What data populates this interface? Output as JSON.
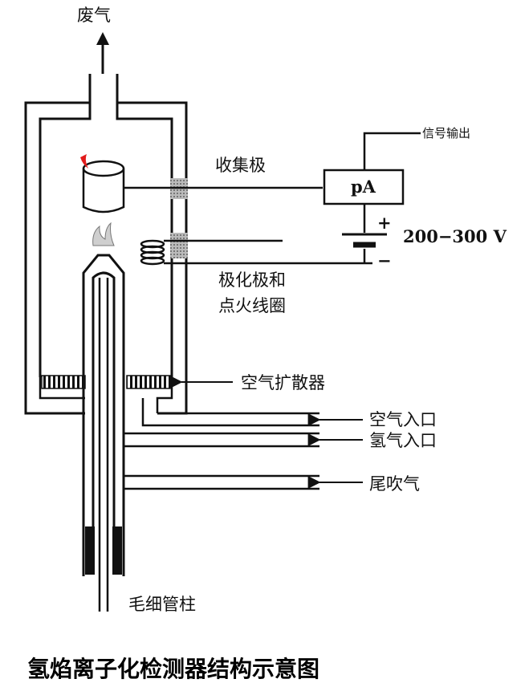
{
  "labels": {
    "exhaust": "废气",
    "signal_output": "信号输出",
    "collector": "收集极",
    "pa": "pA",
    "plus": "+",
    "minus": "−",
    "voltage": "200−300 V",
    "polarizer_line1": "极化极和",
    "polarizer_line2": "点火线圈",
    "air_diffuser": "空气扩散器",
    "air_inlet": "空气入口",
    "hydrogen_inlet": "氢气入口",
    "makeup_gas": "尾吹气",
    "capillary": "毛细管柱"
  },
  "caption": "氢焰离子化检测器结构示意图",
  "colors": {
    "ink": "#111111",
    "igniter_tip": "#e21b1b",
    "background": "#ffffff"
  }
}
